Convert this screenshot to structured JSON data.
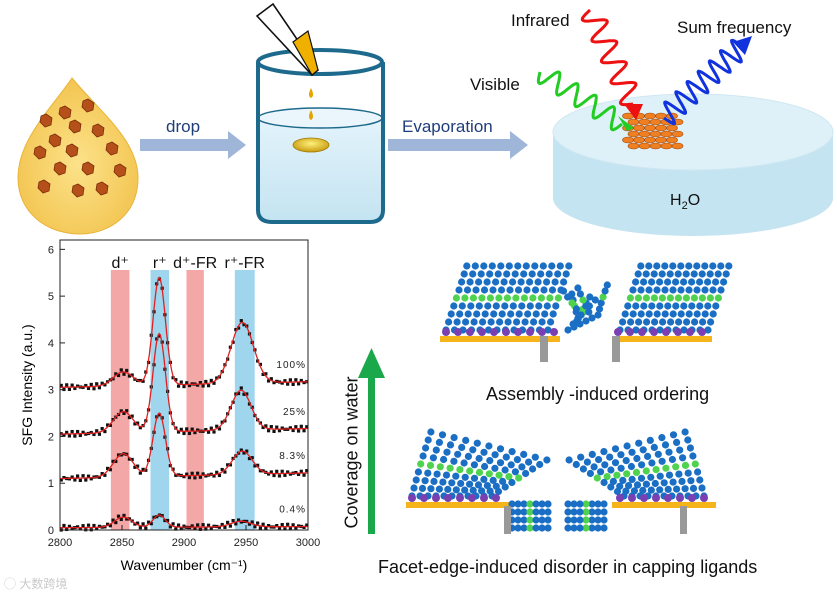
{
  "schematic": {
    "drop_label": "drop",
    "evaporation_label": "Evaporation",
    "infrared_label": "Infrared",
    "visible_label": "Visible",
    "sum_frequency_label": "Sum frequency",
    "water_label": "H2O"
  },
  "ordering": {
    "assembly_label": "Assembly -induced ordering",
    "disorder_label": "Facet-edge-induced disorder in capping ligands",
    "coverage_axis_label": "Coverage on water"
  },
  "watermark": "大数跨境",
  "colors": {
    "d_band": "#f4a7a7",
    "r_band": "#9fd6ee",
    "fit_line": "#e02020",
    "infrared": "#ee1111",
    "visible": "#22cc22",
    "sum_frequency": "#1133dd",
    "coverage_arrow": "#1aa84a"
  },
  "chart_data": {
    "type": "line",
    "xlabel": "Wavenumber (cm⁻¹)",
    "ylabel": "SFG Intensity (a.u.)",
    "xlim": [
      2800,
      3000
    ],
    "ylim": [
      0,
      6.2
    ],
    "xticks": [
      2800,
      2850,
      2900,
      2950,
      3000
    ],
    "yticks": [
      0,
      1,
      2,
      3,
      4,
      5,
      6
    ],
    "bands": [
      {
        "label": "d⁺",
        "from": 2841,
        "to": 2856,
        "color": "d_band"
      },
      {
        "label": "r⁺",
        "from": 2873,
        "to": 2888,
        "color": "r_band"
      },
      {
        "label": "d⁺-FR",
        "from": 2902,
        "to": 2916,
        "color": "d_band"
      },
      {
        "label": "r⁺-FR",
        "from": 2941,
        "to": 2957,
        "color": "r_band"
      }
    ],
    "series": [
      {
        "name": "0.4%",
        "baseline": 0.05,
        "peaks": [
          {
            "x": 2851,
            "amp": 0.22,
            "w": 7
          },
          {
            "x": 2880,
            "amp": 0.26,
            "w": 5
          },
          {
            "x": 2946,
            "amp": 0.12,
            "w": 8
          }
        ]
      },
      {
        "name": "8.3%",
        "baseline": 1.1,
        "peaks": [
          {
            "x": 2851,
            "amp": 0.5,
            "w": 8
          },
          {
            "x": 2880,
            "amp": 1.35,
            "w": 5
          },
          {
            "x": 2947,
            "amp": 0.5,
            "w": 8
          }
        ]
      },
      {
        "name": "25%",
        "baseline": 2.05,
        "peaks": [
          {
            "x": 2851,
            "amp": 0.45,
            "w": 8
          },
          {
            "x": 2880,
            "amp": 2.1,
            "w": 5
          },
          {
            "x": 2946,
            "amp": 0.85,
            "w": 8
          }
        ]
      },
      {
        "name": "100%",
        "baseline": 3.05,
        "peaks": [
          {
            "x": 2851,
            "amp": 0.3,
            "w": 8
          },
          {
            "x": 2880,
            "amp": 2.3,
            "w": 5
          },
          {
            "x": 2947,
            "amp": 1.3,
            "w": 9
          }
        ]
      }
    ]
  }
}
